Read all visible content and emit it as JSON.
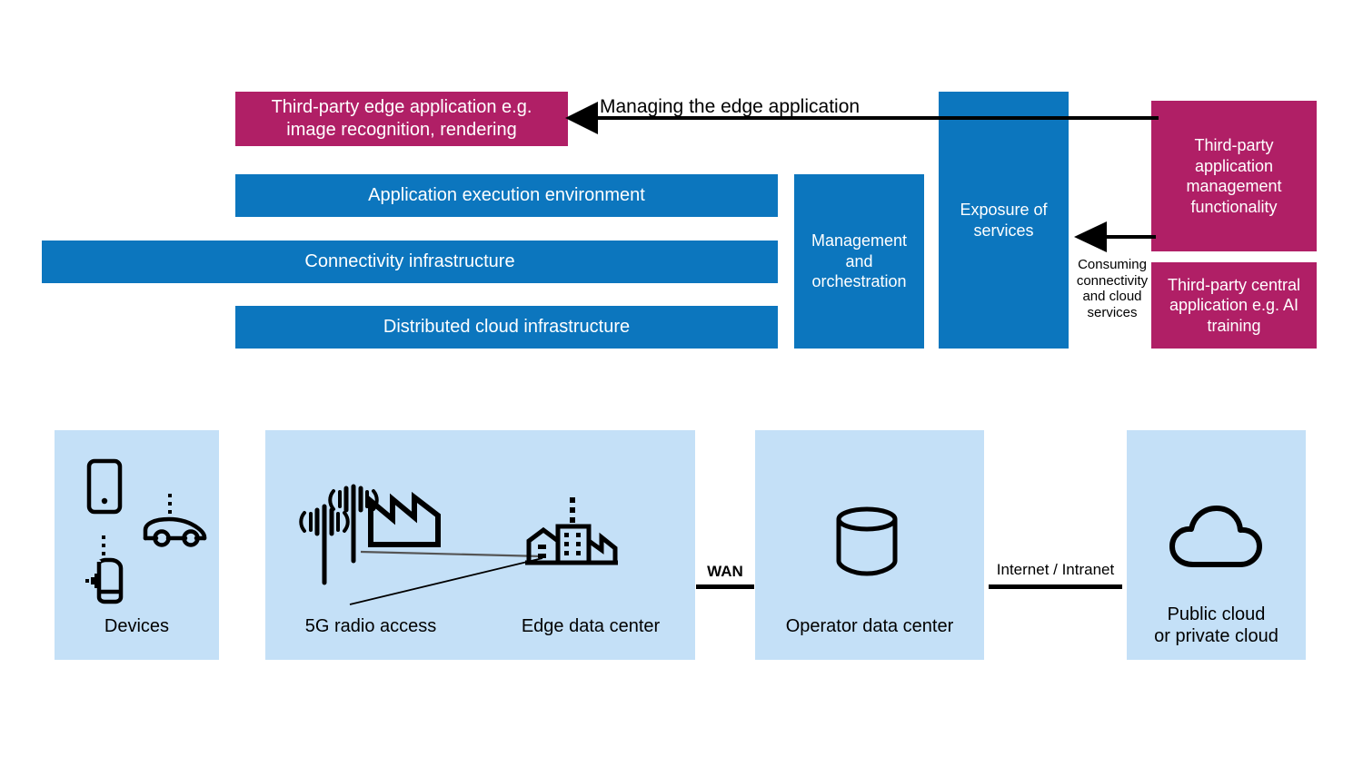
{
  "diagram": {
    "title": "Edge computing architecture layers and infrastructure",
    "colors": {
      "blue": "#0c76be",
      "pink": "#b01f66",
      "light_blue": "#c4e0f7",
      "line": "#000000",
      "text_on_fill": "#ffffff"
    }
  },
  "layers": {
    "third_party_edge_app": "Third-party edge application e.g. image recognition, rendering",
    "application_execution_environment": "Application execution environment",
    "connectivity_infrastructure": "Connectivity infrastructure",
    "distributed_cloud_infrastructure": "Distributed cloud infrastructure",
    "management_and_orchestration": "Management and orchestration",
    "exposure_of_services": "Exposure of services",
    "third_party_app_mgmt": "Third-party application management functionality",
    "third_party_central_app": "Third-party central application e.g. AI training"
  },
  "annotations": {
    "managing_the_edge_application": "Managing the edge application",
    "consuming_connectivity_and_cloud_services": "Consuming connectivity and cloud services",
    "wan": "WAN",
    "internet_intranet": "Internet / Intranet"
  },
  "infrastructure": {
    "devices": {
      "label": "Devices",
      "icons": [
        "smartphone-icon",
        "car-icon",
        "sensor-icon"
      ]
    },
    "radio_access": {
      "label": "5G radio access",
      "icons": [
        "radio-tower-icon",
        "radio-tower-icon",
        "factory-icon"
      ]
    },
    "edge_data_center": {
      "label": "Edge data center",
      "icons": [
        "buildings-icon"
      ]
    },
    "operator_data_center": {
      "label": "Operator data center",
      "icons": [
        "database-cylinder-icon"
      ]
    },
    "cloud": {
      "label": "Public cloud or private cloud",
      "label_line_1": "Public cloud",
      "label_line_2": "or private cloud",
      "icons": [
        "cloud-icon"
      ]
    }
  }
}
